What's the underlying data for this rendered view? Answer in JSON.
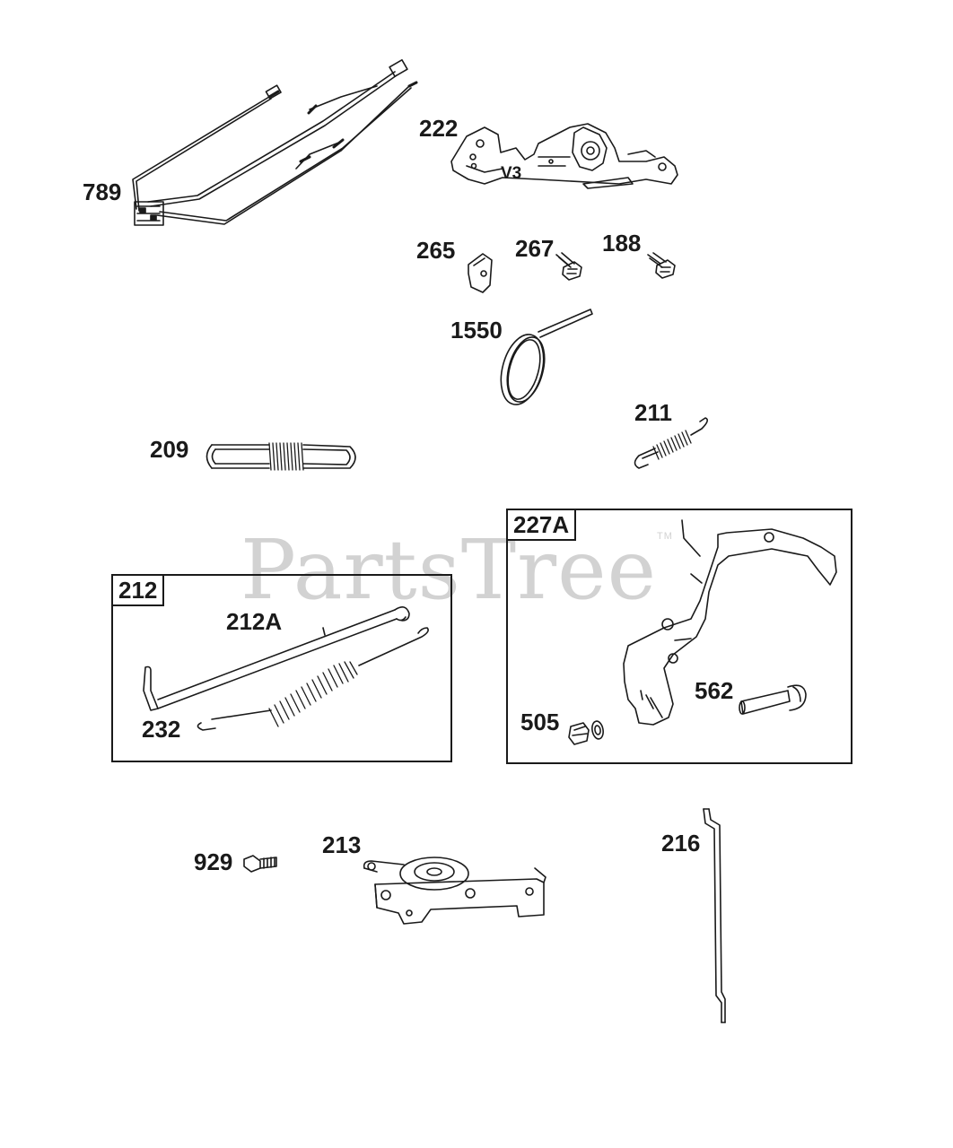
{
  "watermark": {
    "text": "PartsTree",
    "mark": "TM"
  },
  "parts": {
    "p789": "789",
    "p222": "222",
    "p265": "265",
    "p267": "267",
    "p188": "188",
    "p1550": "1550",
    "p209": "209",
    "p211": "211",
    "p212": "212",
    "p212A": "212A",
    "p232": "232",
    "p227A": "227A",
    "p562": "562",
    "p505": "505",
    "p929": "929",
    "p213": "213",
    "p216": "216"
  },
  "engraving": {
    "v3": "V3"
  }
}
